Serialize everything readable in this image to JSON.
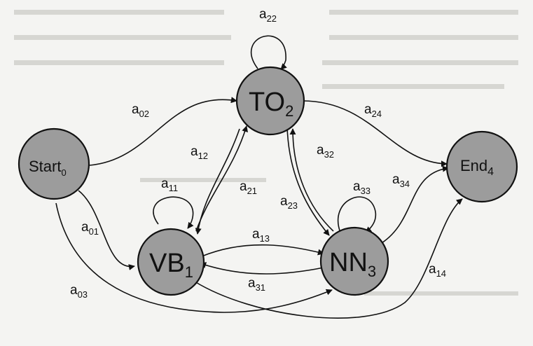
{
  "nodes": {
    "start": {
      "name": "Start",
      "index": "0"
    },
    "to": {
      "name": "TO",
      "index": "2"
    },
    "vb": {
      "name": "VB",
      "index": "1"
    },
    "nn": {
      "name": "NN",
      "index": "3"
    },
    "end": {
      "name": "End",
      "index": "4"
    }
  },
  "edges": {
    "a02": {
      "letter": "a",
      "sub": "02"
    },
    "a22": {
      "letter": "a",
      "sub": "22"
    },
    "a24": {
      "letter": "a",
      "sub": "24"
    },
    "a12": {
      "letter": "a",
      "sub": "12"
    },
    "a32": {
      "letter": "a",
      "sub": "32"
    },
    "a11": {
      "letter": "a",
      "sub": "11"
    },
    "a21": {
      "letter": "a",
      "sub": "21"
    },
    "a23": {
      "letter": "a",
      "sub": "23"
    },
    "a33": {
      "letter": "a",
      "sub": "33"
    },
    "a34": {
      "letter": "a",
      "sub": "34"
    },
    "a01": {
      "letter": "a",
      "sub": "01"
    },
    "a13": {
      "letter": "a",
      "sub": "13"
    },
    "a31": {
      "letter": "a",
      "sub": "31"
    },
    "a14": {
      "letter": "a",
      "sub": "14"
    },
    "a03": {
      "letter": "a",
      "sub": "03"
    }
  },
  "colors": {
    "node_fill": "#9c9c9c",
    "stroke": "#111111",
    "background": "#f4f4f2"
  }
}
